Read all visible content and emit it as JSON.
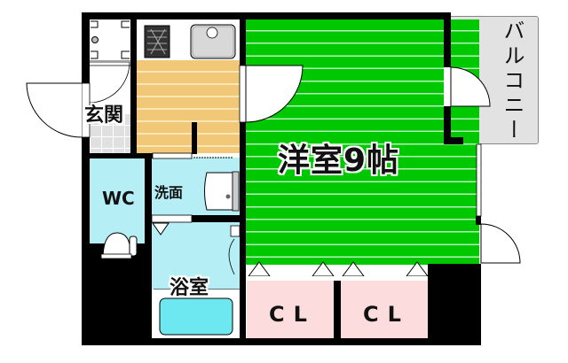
{
  "floor_plan": {
    "layout": "1K",
    "rooms": {
      "western_room": {
        "label": "洋室9帖",
        "type": "Western-style room",
        "size_jo": 9,
        "color": "#00c800"
      },
      "entrance": {
        "label": "玄関",
        "type": "Entrance"
      },
      "toilet": {
        "label": "WC",
        "type": "Toilet",
        "color": "#b6eef6"
      },
      "washroom": {
        "label": "洗面",
        "type": "Washroom",
        "color": "#b6eef6"
      },
      "bathroom": {
        "label": "浴室",
        "type": "Bathroom",
        "color": "#b6eef6"
      },
      "closet_1": {
        "label": "CL",
        "type": "Closet",
        "color": "#fcdcdc"
      },
      "closet_2": {
        "label": "CL",
        "type": "Closet",
        "color": "#fcdcdc"
      },
      "balcony": {
        "label": "バルコニー",
        "type": "Balcony",
        "color": "#e2e2e2"
      },
      "kitchen": {
        "label": "",
        "type": "Kitchen",
        "color": "#f0c878"
      }
    },
    "fixtures": [
      "washing-machine-space",
      "gas-stove",
      "kitchen-sink",
      "wash-basin",
      "toilet",
      "bathtub"
    ],
    "colors": {
      "wall": "#000000",
      "room_green": "#00c800",
      "wood_floor": "#f0c878",
      "wet_area": "#b6eef6",
      "closet": "#fcdcdc",
      "balcony": "#e2e2e2"
    }
  }
}
